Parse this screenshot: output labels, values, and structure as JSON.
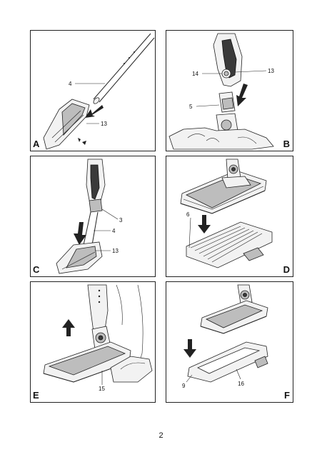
{
  "page": {
    "number": "2"
  },
  "panels": [
    {
      "id": "A",
      "label": "A",
      "callouts": [
        "4",
        "13"
      ]
    },
    {
      "id": "B",
      "label": "B",
      "callouts": [
        "14",
        "13",
        "5"
      ]
    },
    {
      "id": "C",
      "label": "C",
      "callouts": [
        "3",
        "4",
        "13"
      ]
    },
    {
      "id": "D",
      "label": "D",
      "callouts": [
        "6"
      ]
    },
    {
      "id": "E",
      "label": "E",
      "callouts": [
        "15"
      ]
    },
    {
      "id": "F",
      "label": "F",
      "callouts": [
        "9",
        "16"
      ]
    }
  ]
}
